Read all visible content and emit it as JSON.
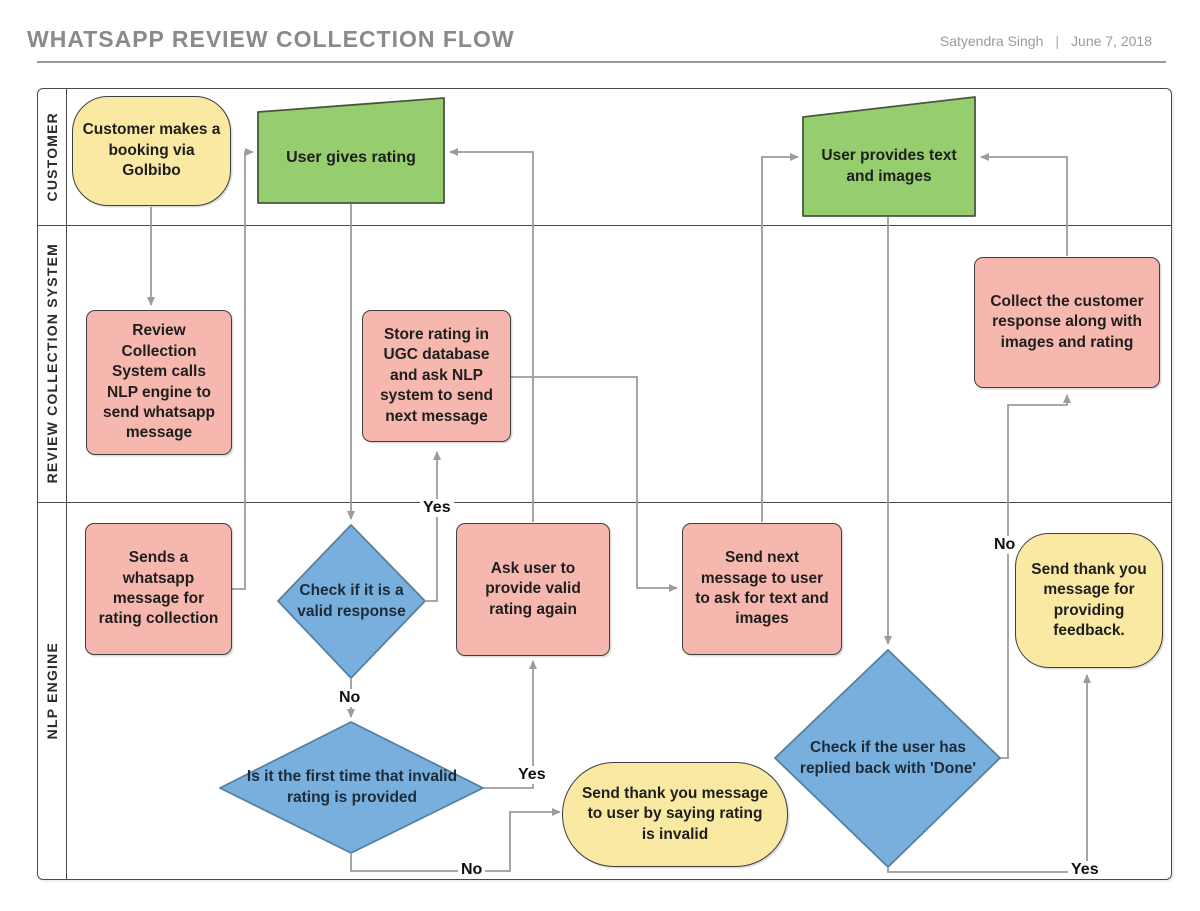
{
  "header": {
    "title": "WHATSAPP REVIEW COLLECTION FLOW",
    "author": "Satyendra Singh",
    "separator": "|",
    "date": "June 7, 2018"
  },
  "lanes": [
    {
      "label": "CUSTOMER"
    },
    {
      "label": "REVIEW COLLECTION SYSTEM"
    },
    {
      "label": "NLP ENGINE"
    }
  ],
  "nodes": {
    "booking": {
      "label": "Customer makes a\nbooking via\nGolbibo",
      "type": "terminator"
    },
    "gives_rating": {
      "label": "User gives rating",
      "type": "manual-input"
    },
    "provides_text": {
      "label": "User provides text\nand images",
      "type": "manual-input"
    },
    "rcs_calls_nlp": {
      "label": "Review\nCollection\nSystem calls\nNLP engine to\nsend whatsapp\nmessage",
      "type": "process"
    },
    "store_rating": {
      "label": "Store rating in\nUGC database\nand ask NLP\nsystem to send\nnext message",
      "type": "process"
    },
    "collect_response": {
      "label": "Collect the customer\nresponse along with\nimages and rating",
      "type": "process"
    },
    "send_whatsapp": {
      "label": "Sends a\nwhatsapp\nmessage for\nrating collection",
      "type": "process"
    },
    "check_valid": {
      "label": "Check if it is a\nvalid response",
      "type": "decision"
    },
    "ask_valid_rating": {
      "label": "Ask user to\nprovide valid\nrating again",
      "type": "process"
    },
    "send_next_message": {
      "label": "Send next\nmessage to user\nto ask for text and\nimages",
      "type": "process"
    },
    "thanks_feedback": {
      "label": "Send thank you\nmessage for\nproviding\nfeedback.",
      "type": "terminator"
    },
    "first_time_invalid": {
      "label": "Is it the first time that invalid\nrating is provided",
      "type": "decision"
    },
    "thanks_invalid": {
      "label": "Send thank you message\nto user by saying rating\nis invalid",
      "type": "terminator"
    },
    "check_done": {
      "label": "Check if the user has\nreplied back with 'Done'",
      "type": "decision"
    }
  },
  "edge_labels": {
    "valid_yes": "Yes",
    "valid_no": "No",
    "first_time_yes": "Yes",
    "first_time_no": "No",
    "done_no": "No",
    "done_yes": "Yes"
  },
  "colors": {
    "terminator_fill": "#F9E9A2",
    "process_fill": "#F6B7AE",
    "decision_fill": "#79AFDD",
    "input_fill": "#95CD6F",
    "connector": "#9C9C9C",
    "frame": "#4A4A4A",
    "title_text": "#8A8A8A",
    "byline_text": "#9A9A9A"
  }
}
